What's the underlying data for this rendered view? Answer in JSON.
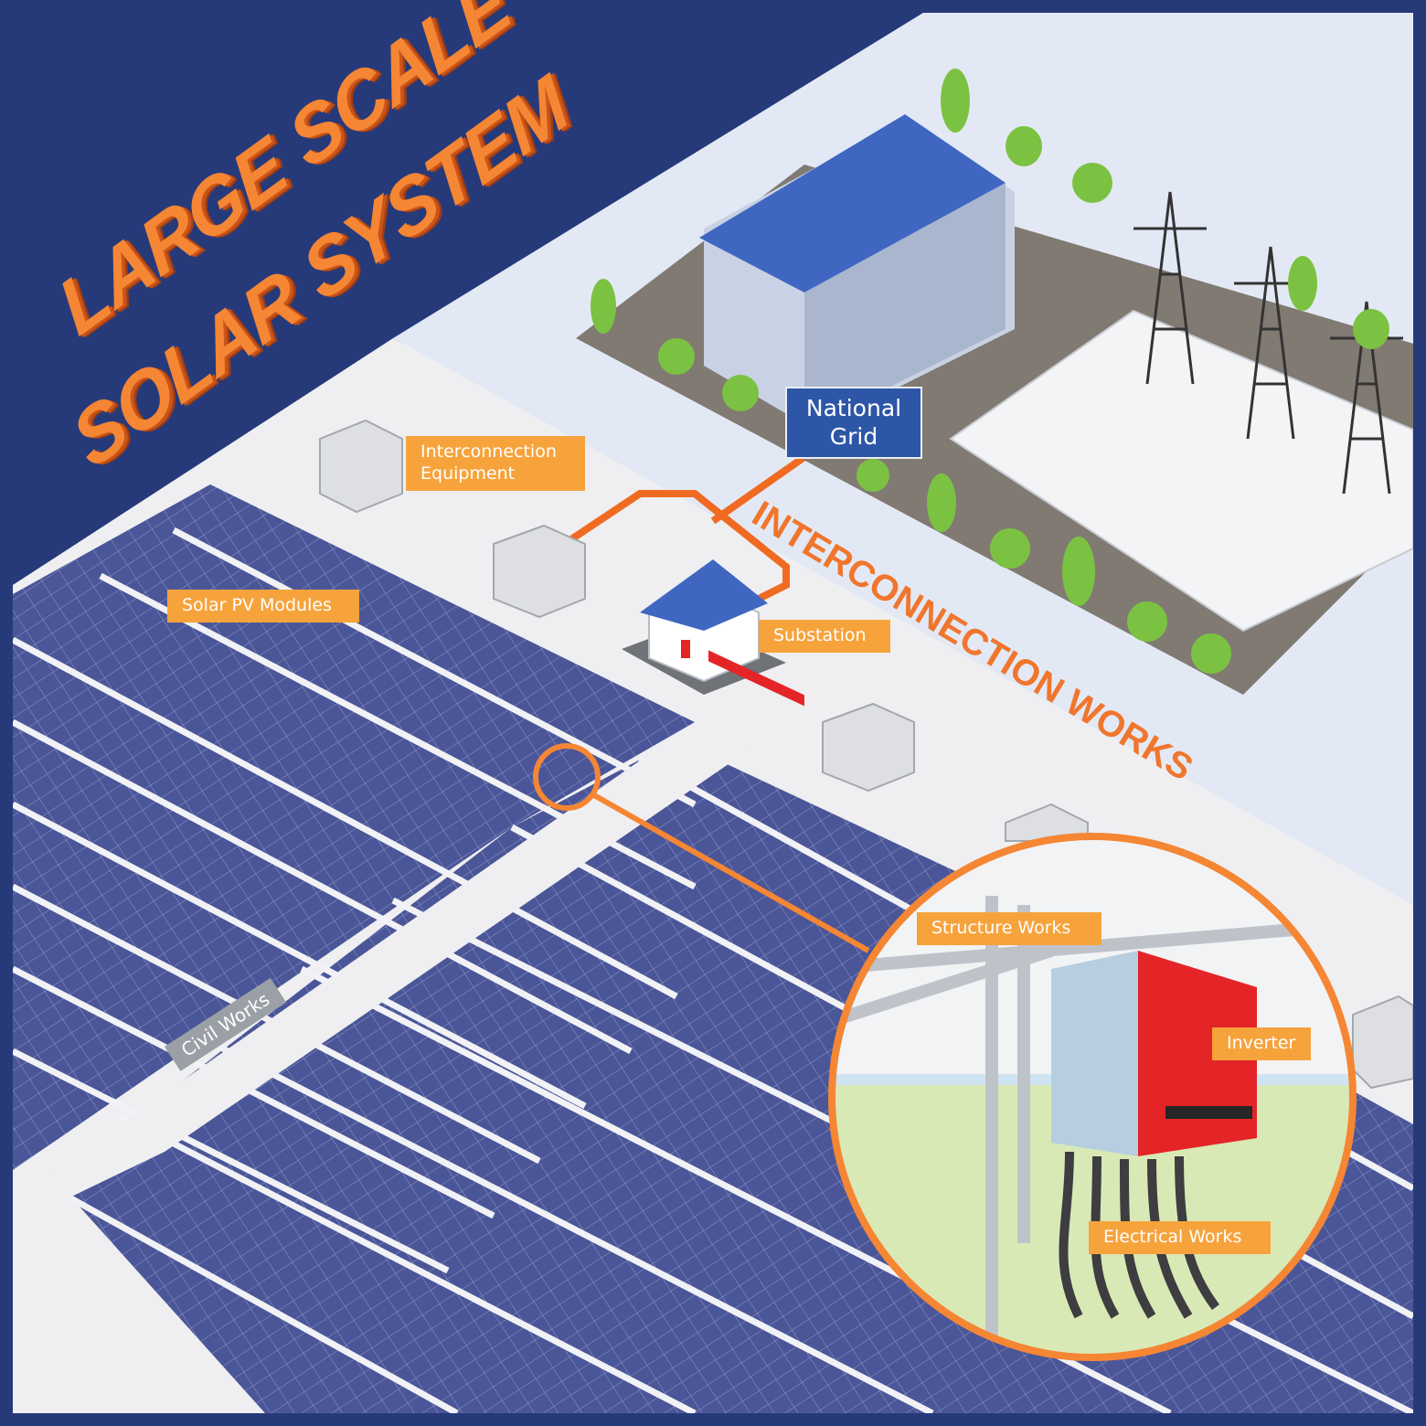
{
  "title": {
    "line1": "LARGE SCALE",
    "line2": "SOLAR SYSTEM"
  },
  "labels": {
    "national_grid": "National Grid",
    "interconnection_equipment": "Interconnection Equipment",
    "solar_pv_modules": "Solar PV Modules",
    "substation": "Substation",
    "interconnection_works": "INTERCONNECTION WORKS",
    "civil_works": "Civil Works",
    "structure_works": "Structure Works",
    "inverter": "Inverter",
    "electrical_works": "Electrical Works"
  },
  "colors": {
    "navy": "#263a7a",
    "orange": "#f58634",
    "tag_orange": "#f7a33c",
    "panel": "#4a5597",
    "grid_blue": "#2e56a6",
    "ground": "#efeff1",
    "sky": "#e3e9f4",
    "inverter_red": "#e42427"
  }
}
